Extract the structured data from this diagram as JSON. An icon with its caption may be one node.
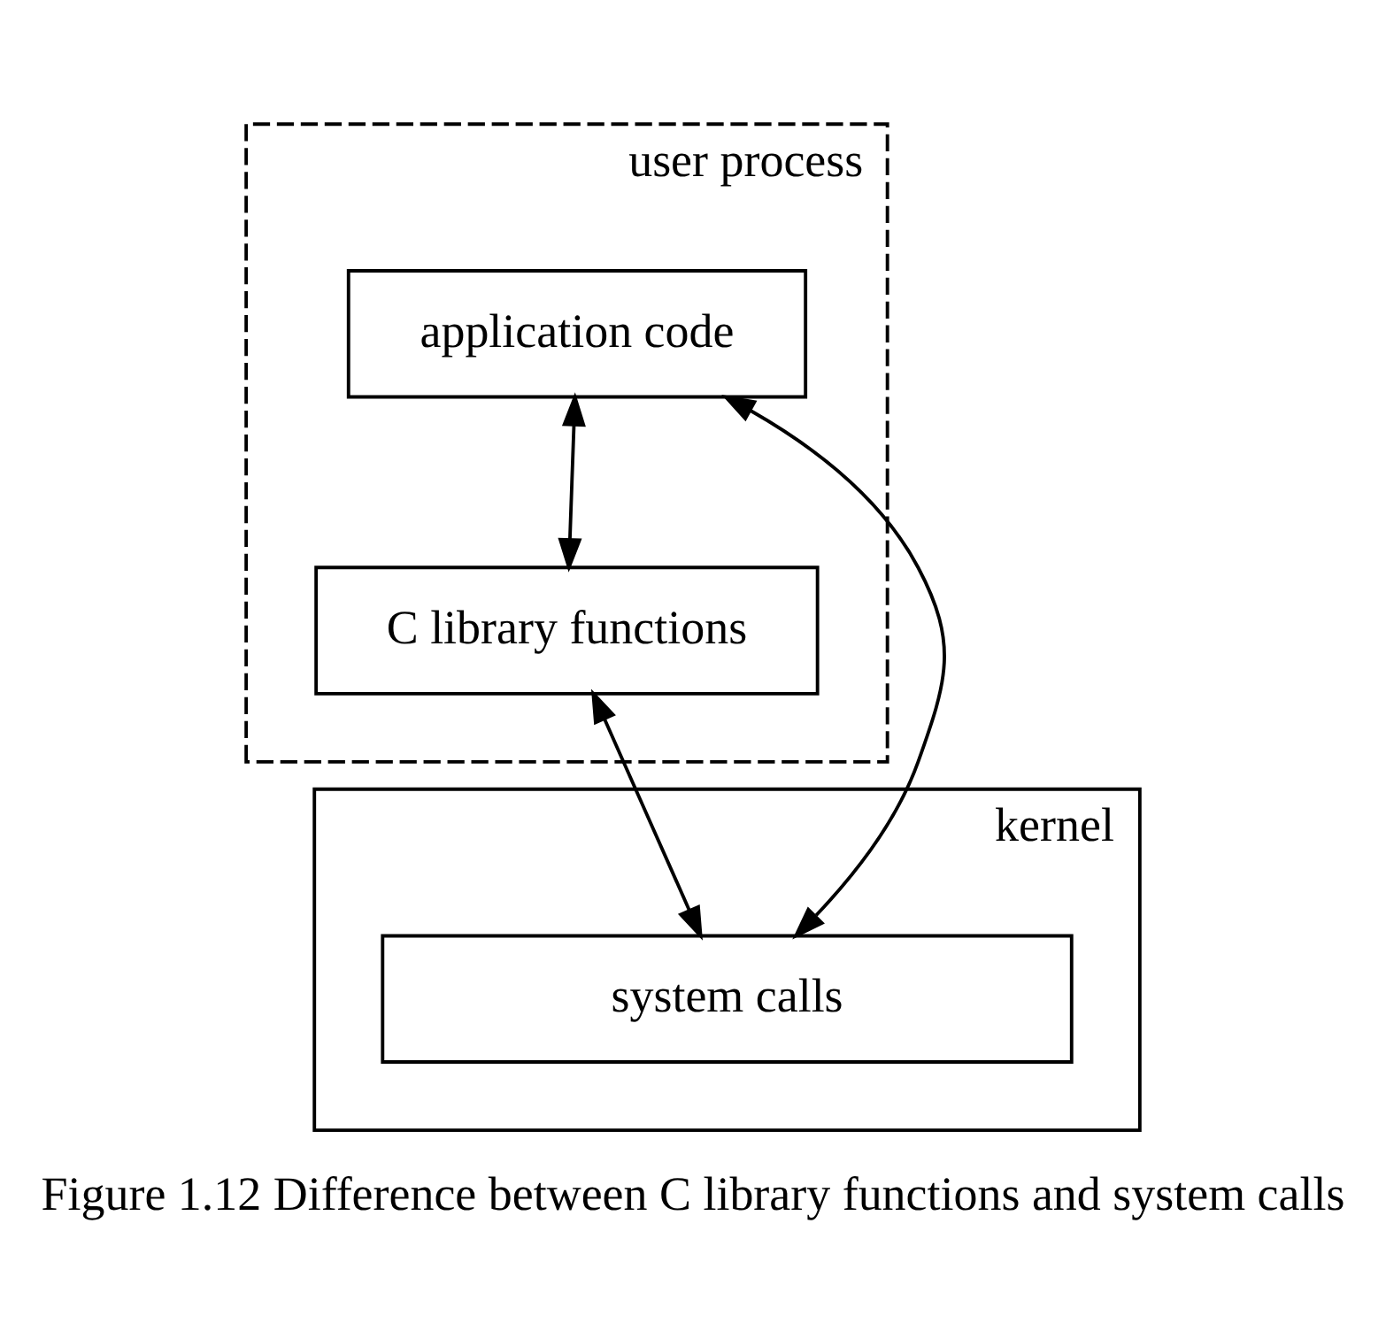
{
  "diagram": {
    "caption": "Figure 1.12 Difference between C library functions and system calls",
    "nodes": [
      {
        "text": [
          "user process"
        ]
      },
      {
        "text": [
          "application code"
        ],
        "in": 0
      },
      {
        "text": [
          "C library functions"
        ],
        "in": 0
      },
      {
        "text": [
          "kernel"
        ]
      },
      {
        "text": [
          "system calls"
        ],
        "in": 3
      }
    ],
    "edges": [
      {
        "from": 1,
        "to": 2,
        "arrow": "both"
      },
      {
        "from": 2,
        "to": 4,
        "arrow": "both"
      },
      {
        "from": 1,
        "to": 4,
        "arrow": "both"
      }
    ]
  }
}
